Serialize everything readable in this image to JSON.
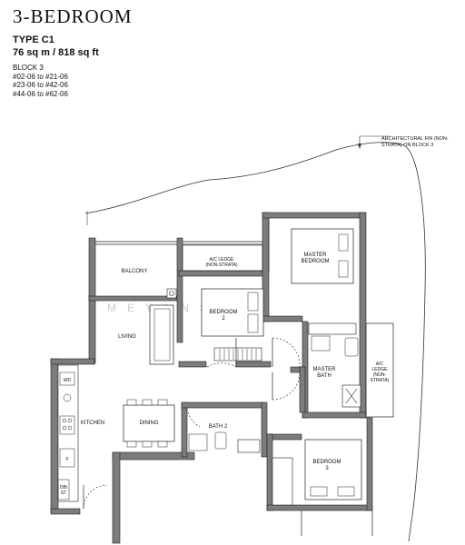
{
  "header": {
    "title": "3-BEDROOM",
    "type_label": "TYPE C1",
    "area_label": "76 sq m / 818 sq ft"
  },
  "units": {
    "block": "BLOCK 3",
    "ranges": [
      "#02-06 to #21-06",
      "#23-06 to #42-06",
      "#44-06 to #62-06"
    ]
  },
  "annotation": {
    "fin_note": "ARCHITECTURAL FIN (NON-STRATA) ON BLOCK 3"
  },
  "rooms": {
    "balcony": "BALCONY",
    "ac_ledge_top_1": "A/C LEDGE",
    "ac_ledge_top_2": "(NON-STRATA)",
    "master_bedroom_1": "MASTER",
    "master_bedroom_2": "BEDROOM",
    "bedroom2_1": "BEDROOM",
    "bedroom2_2": "2",
    "living": "LIVING",
    "master_bath_1": "MASTER",
    "master_bath_2": "BATH",
    "ac_ledge_right_1": "A/C",
    "ac_ledge_right_2": "LEDGE",
    "ac_ledge_right_3": "(NON-",
    "ac_ledge_right_4": "STRATA)",
    "kitchen": "KITCHEN",
    "dining": "DINING",
    "bath2": "BATH 2",
    "bedroom3_1": "BEDROOM",
    "bedroom3_2": "3",
    "wd": "WD",
    "fridge": "F",
    "db_st_1": "DB/",
    "db_st_2": "ST"
  },
  "watermark": "MEYANSOO"
}
